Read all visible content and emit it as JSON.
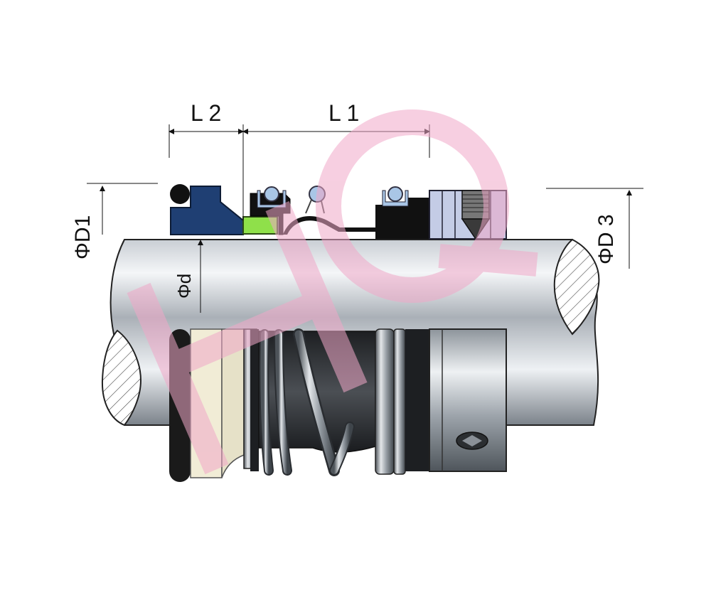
{
  "labels": {
    "l2": "L 2",
    "l1": "L 1",
    "phi_d1": "ΦD1",
    "phi_d3": "ΦD 3",
    "phi_d": "Φd"
  },
  "watermark": {
    "text": "HQ",
    "color": "#f0a8c8"
  },
  "colors": {
    "shaft_light": "#e8ecf0",
    "shaft_dark": "#7d848c",
    "seat_blue": "#1f3f73",
    "face_green": "#8fe04a",
    "oring_blue": "#a9c6e6",
    "collar_blue": "#c4cce6",
    "seat_ring_cream": "#f1ecd6"
  }
}
